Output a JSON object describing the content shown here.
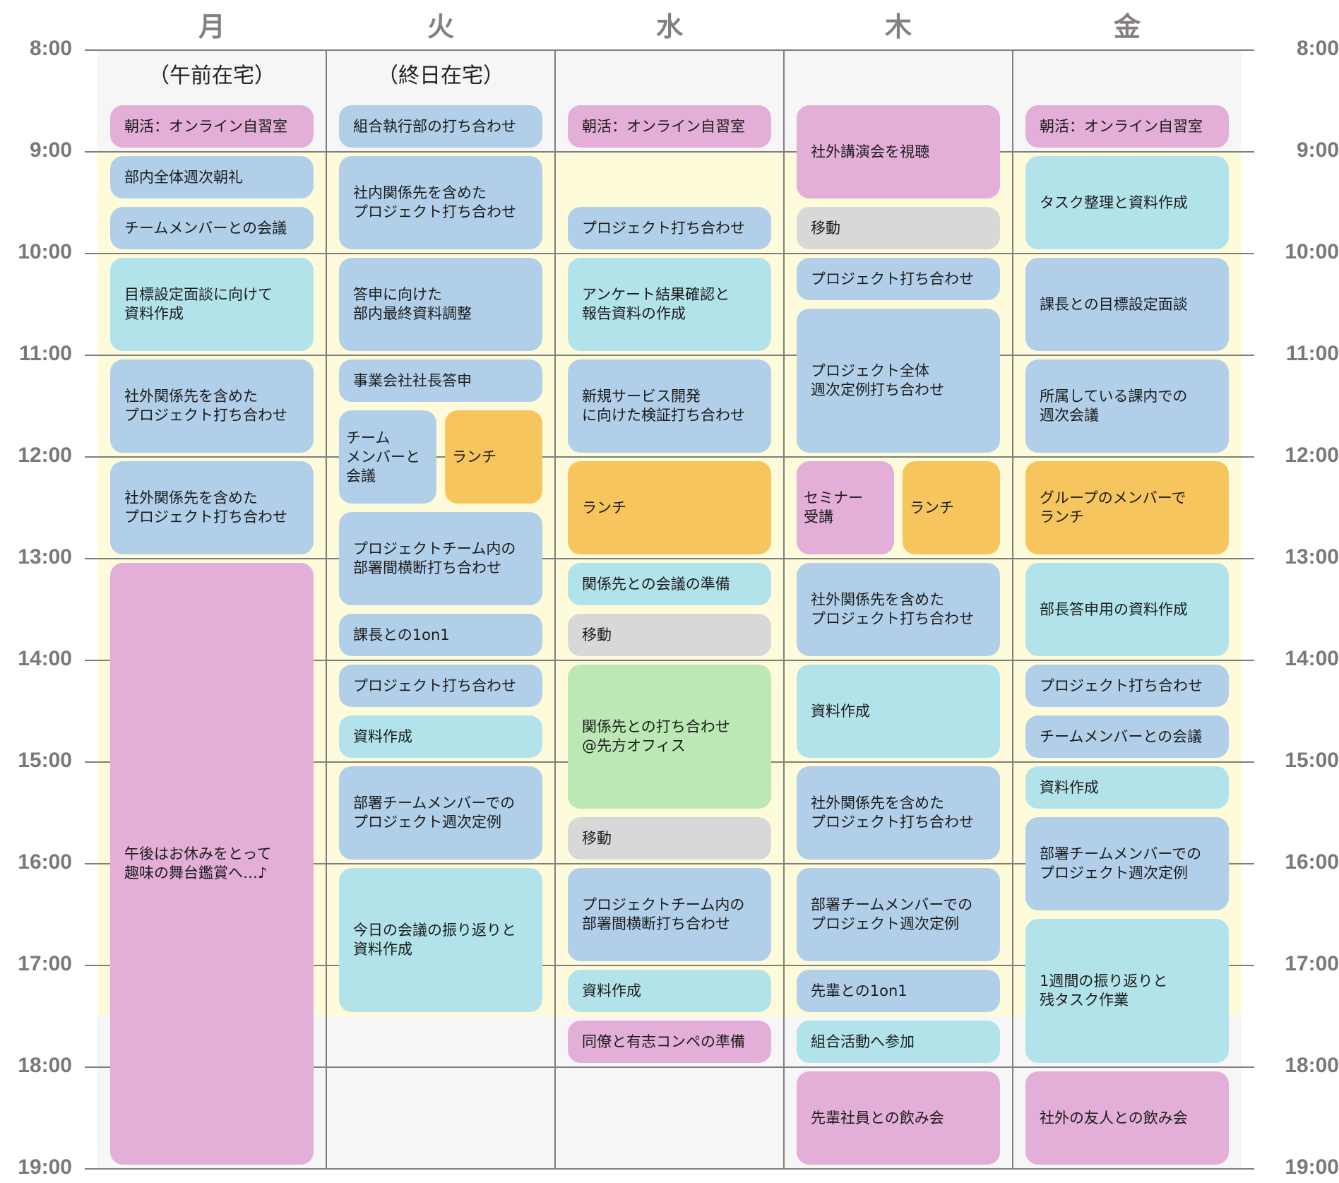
{
  "days": [
    "月",
    "火",
    "水",
    "木",
    "金"
  ],
  "time_labels": [
    "8:00",
    "9:00",
    "10:00",
    "11:00",
    "12:00",
    "13:00",
    "14:00",
    "15:00",
    "16:00",
    "17:00",
    "18:00",
    "19:00"
  ],
  "notes": [
    "（午前在宅）",
    "（終日在宅）",
    "",
    "",
    ""
  ],
  "work_hours": {
    "start": 9,
    "end": 17.5
  },
  "colors": {
    "pink": "#e3aed8",
    "blue": "#b1cfe8",
    "cyan": "#b2e3ea",
    "orange": "#f7c55d",
    "gray": "#d8d8d8",
    "green": "#bbe8b4",
    "off_hours_bg": "#f6f6f6",
    "work_hours_bg": "#fefbdb",
    "grid_line": "#7f7f7f",
    "label_text": "#7d7878"
  },
  "schedule": [
    {
      "day": "月",
      "events": [
        {
          "start": 8.5,
          "end": 9,
          "color": "pink",
          "title": "朝活：オンライン自習室"
        },
        {
          "start": 9,
          "end": 9.5,
          "color": "blue",
          "title": "部内全体週次朝礼"
        },
        {
          "start": 9.5,
          "end": 10,
          "color": "blue",
          "title": "チームメンバーとの会議"
        },
        {
          "start": 10,
          "end": 11,
          "color": "cyan",
          "title": "目標設定面談に向けて\n資料作成"
        },
        {
          "start": 11,
          "end": 12,
          "color": "blue",
          "title": "社外関係先を含めた\nプロジェクト打ち合わせ"
        },
        {
          "start": 12,
          "end": 13,
          "color": "blue",
          "title": "社外関係先を含めた\nプロジェクト打ち合わせ"
        },
        {
          "start": 13,
          "end": 19,
          "color": "pink",
          "title": "午後はお休みをとって\n趣味の舞台鑑賞へ…♪"
        }
      ]
    },
    {
      "day": "火",
      "events": [
        {
          "start": 8.5,
          "end": 9,
          "color": "blue",
          "title": "組合執行部の打ち合わせ"
        },
        {
          "start": 9,
          "end": 10,
          "color": "blue",
          "title": "社内関係先を含めた\nプロジェクト打ち合わせ"
        },
        {
          "start": 10,
          "end": 11,
          "color": "blue",
          "title": "答申に向けた\n部内最終資料調整"
        },
        {
          "start": 11,
          "end": 11.5,
          "color": "blue",
          "title": "事業会社社長答申"
        },
        {
          "start": 11.5,
          "end": 12.5,
          "color": "blue",
          "title": "チーム\nメンバーと\n会議",
          "half": "left"
        },
        {
          "start": 11.5,
          "end": 12.5,
          "color": "orange",
          "title": "ランチ",
          "half": "right"
        },
        {
          "start": 12.5,
          "end": 13.5,
          "color": "blue",
          "title": "プロジェクトチーム内の\n部署間横断打ち合わせ"
        },
        {
          "start": 13.5,
          "end": 14,
          "color": "blue",
          "title": "課長との1on1"
        },
        {
          "start": 14,
          "end": 14.5,
          "color": "blue",
          "title": "プロジェクト打ち合わせ"
        },
        {
          "start": 14.5,
          "end": 15,
          "color": "cyan",
          "title": "資料作成"
        },
        {
          "start": 15,
          "end": 16,
          "color": "blue",
          "title": "部署チームメンバーでの\nプロジェクト週次定例"
        },
        {
          "start": 16,
          "end": 17.5,
          "color": "cyan",
          "title": "今日の会議の振り返りと\n資料作成"
        }
      ]
    },
    {
      "day": "水",
      "events": [
        {
          "start": 8.5,
          "end": 9,
          "color": "pink",
          "title": "朝活：オンライン自習室"
        },
        {
          "start": 9.5,
          "end": 10,
          "color": "blue",
          "title": "プロジェクト打ち合わせ"
        },
        {
          "start": 10,
          "end": 11,
          "color": "cyan",
          "title": "アンケート結果確認と\n報告資料の作成"
        },
        {
          "start": 11,
          "end": 12,
          "color": "blue",
          "title": "新規サービス開発\nに向けた検証打ち合わせ"
        },
        {
          "start": 12,
          "end": 13,
          "color": "orange",
          "title": "ランチ"
        },
        {
          "start": 13,
          "end": 13.5,
          "color": "cyan",
          "title": "関係先との会議の準備"
        },
        {
          "start": 13.5,
          "end": 14,
          "color": "gray",
          "title": "移動"
        },
        {
          "start": 14,
          "end": 15.5,
          "color": "green",
          "title": "関係先との打ち合わせ\n@先方オフィス"
        },
        {
          "start": 15.5,
          "end": 16,
          "color": "gray",
          "title": "移動"
        },
        {
          "start": 16,
          "end": 17,
          "color": "blue",
          "title": "プロジェクトチーム内の\n部署間横断打ち合わせ"
        },
        {
          "start": 17,
          "end": 17.5,
          "color": "cyan",
          "title": "資料作成"
        },
        {
          "start": 17.5,
          "end": 18,
          "color": "pink",
          "title": "同僚と有志コンペの準備"
        }
      ]
    },
    {
      "day": "木",
      "events": [
        {
          "start": 8.5,
          "end": 9.5,
          "color": "pink",
          "title": "社外講演会を視聴"
        },
        {
          "start": 9.5,
          "end": 10,
          "color": "gray",
          "title": "移動"
        },
        {
          "start": 10,
          "end": 10.5,
          "color": "blue",
          "title": "プロジェクト打ち合わせ"
        },
        {
          "start": 10.5,
          "end": 12,
          "color": "blue",
          "title": "プロジェクト全体\n週次定例打ち合わせ"
        },
        {
          "start": 12,
          "end": 13,
          "color": "pink",
          "title": "セミナー\n受講",
          "half": "left"
        },
        {
          "start": 12,
          "end": 13,
          "color": "orange",
          "title": "ランチ",
          "half": "right"
        },
        {
          "start": 13,
          "end": 14,
          "color": "blue",
          "title": "社外関係先を含めた\nプロジェクト打ち合わせ"
        },
        {
          "start": 14,
          "end": 15,
          "color": "cyan",
          "title": "資料作成"
        },
        {
          "start": 15,
          "end": 16,
          "color": "blue",
          "title": "社外関係先を含めた\nプロジェクト打ち合わせ"
        },
        {
          "start": 16,
          "end": 17,
          "color": "blue",
          "title": "部署チームメンバーでの\nプロジェクト週次定例"
        },
        {
          "start": 17,
          "end": 17.5,
          "color": "blue",
          "title": "先輩との1on1"
        },
        {
          "start": 17.5,
          "end": 18,
          "color": "cyan",
          "title": "組合活動へ参加"
        },
        {
          "start": 18,
          "end": 19,
          "color": "pink",
          "title": "先輩社員との飲み会"
        }
      ]
    },
    {
      "day": "金",
      "events": [
        {
          "start": 8.5,
          "end": 9,
          "color": "pink",
          "title": "朝活：オンライン自習室"
        },
        {
          "start": 9,
          "end": 10,
          "color": "cyan",
          "title": "タスク整理と資料作成"
        },
        {
          "start": 10,
          "end": 11,
          "color": "blue",
          "title": "課長との目標設定面談"
        },
        {
          "start": 11,
          "end": 12,
          "color": "blue",
          "title": "所属している課内での\n週次会議"
        },
        {
          "start": 12,
          "end": 13,
          "color": "orange",
          "title": "グループのメンバーで\nランチ"
        },
        {
          "start": 13,
          "end": 14,
          "color": "cyan",
          "title": "部長答申用の資料作成"
        },
        {
          "start": 14,
          "end": 14.5,
          "color": "blue",
          "title": "プロジェクト打ち合わせ"
        },
        {
          "start": 14.5,
          "end": 15,
          "color": "blue",
          "title": "チームメンバーとの会議"
        },
        {
          "start": 15,
          "end": 15.5,
          "color": "cyan",
          "title": "資料作成"
        },
        {
          "start": 15.5,
          "end": 16.5,
          "color": "blue",
          "title": "部署チームメンバーでの\nプロジェクト週次定例"
        },
        {
          "start": 16.5,
          "end": 18,
          "color": "cyan",
          "title": "1週間の振り返りと\n残タスク作業"
        },
        {
          "start": 18,
          "end": 19,
          "color": "pink",
          "title": "社外の友人との飲み会"
        }
      ]
    }
  ]
}
